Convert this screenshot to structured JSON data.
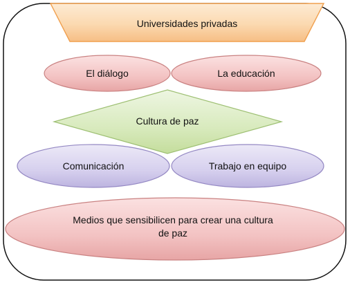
{
  "diagram": {
    "header": {
      "label": "Universidades privadas"
    },
    "values": [
      {
        "label": "El diálogo"
      },
      {
        "label": "La educación"
      }
    ],
    "center": {
      "label": "Cultura de paz"
    },
    "practices": [
      {
        "label": "Comunicación"
      },
      {
        "label": "Trabajo en equipo"
      }
    ],
    "footer": {
      "label_line1": "Medios que sensibilicen para crear una cultura",
      "label_line2": "de paz"
    }
  },
  "colors": {
    "frame_stroke": "#111111",
    "header_fill": "#fbdcb6",
    "header_edge": "#f4a55a",
    "red_fill": "#f4c6c6",
    "red_edge": "#c98181",
    "green_fill": "#dcecc4",
    "green_edge": "#9dbf72",
    "purple_fill": "#d8d2ee",
    "purple_edge": "#9488c3"
  }
}
